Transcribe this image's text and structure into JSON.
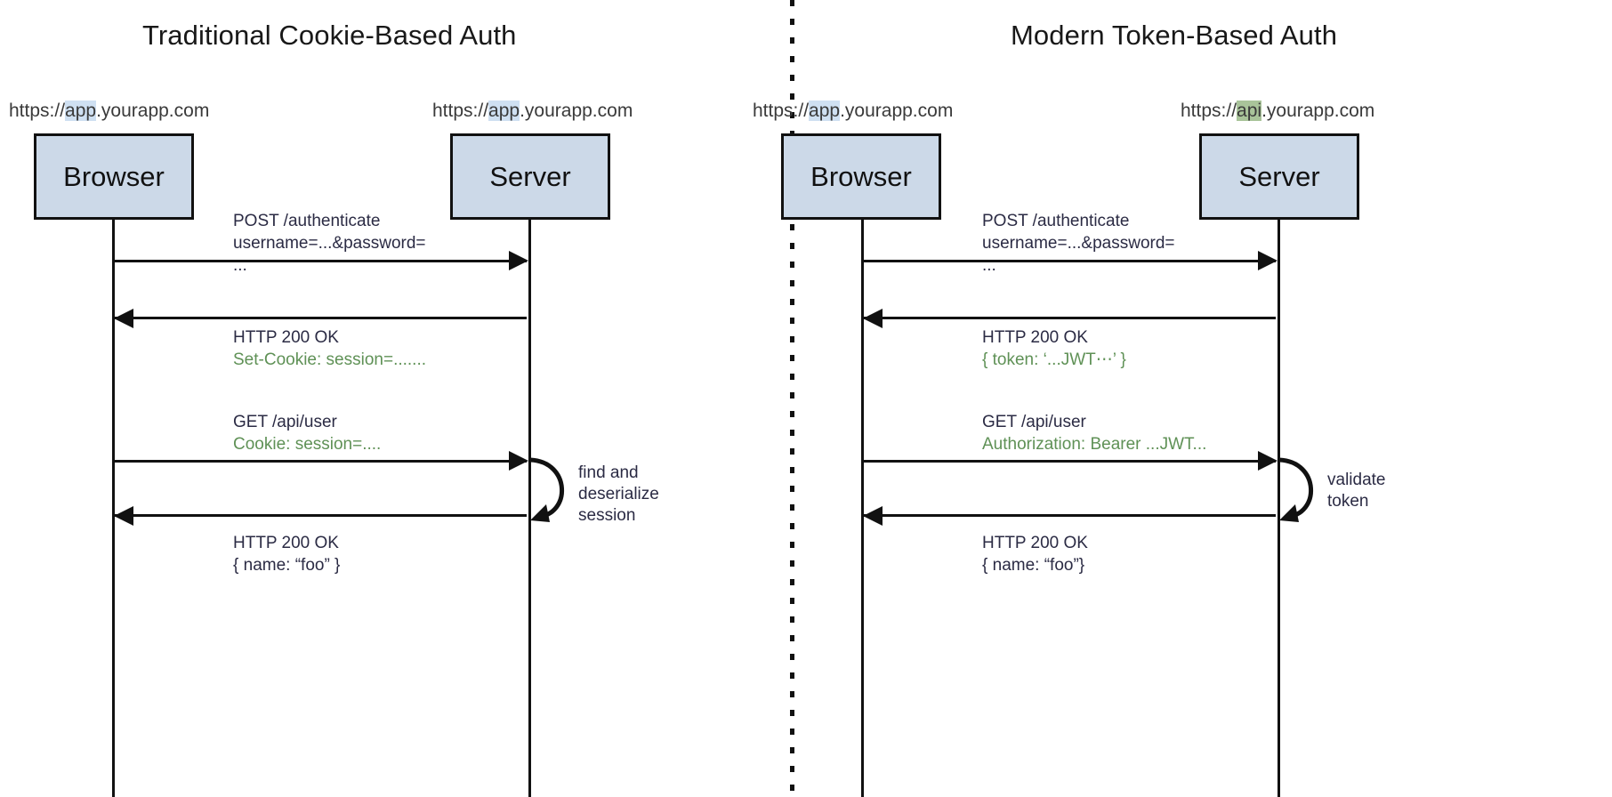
{
  "panels": [
    {
      "id": "cookie",
      "title": "Traditional Cookie-Based Auth",
      "actors": [
        {
          "name": "Browser",
          "url_prefix": "https://",
          "url_highlight": "app",
          "url_suffix": ".yourapp.com",
          "highlight_color": "#cfe0f2"
        },
        {
          "name": "Server",
          "url_prefix": "https://",
          "url_highlight": "app",
          "url_suffix": ".yourapp.com",
          "highlight_color": "#cfe0f2"
        }
      ],
      "messages": [
        {
          "direction": "right",
          "lines": [
            {
              "text": "POST /authenticate",
              "style": "dim"
            },
            {
              "text": "username=...&password=",
              "style": "dim"
            },
            {
              "text": "...",
              "style": "dim"
            }
          ]
        },
        {
          "direction": "left",
          "lines": [
            {
              "text": "HTTP 200 OK",
              "style": "dim"
            },
            {
              "text": "Set-Cookie: session=.......",
              "style": "green"
            }
          ]
        },
        {
          "direction": "right",
          "lines": [
            {
              "text": "GET /api/user",
              "style": "dim"
            },
            {
              "text": "Cookie: session=....",
              "style": "green"
            }
          ]
        },
        {
          "direction": "left",
          "lines": [
            {
              "text": "HTTP 200 OK",
              "style": "dim"
            },
            {
              "text": "{  name: “foo” }",
              "style": "dim"
            }
          ]
        }
      ],
      "self_loop": {
        "lines": [
          "find and",
          "deserialize",
          "session"
        ]
      }
    },
    {
      "id": "token",
      "title": "Modern Token-Based Auth",
      "actors": [
        {
          "name": "Browser",
          "url_prefix": "https://",
          "url_highlight": "app",
          "url_suffix": ".yourapp.com",
          "highlight_color": "#cfe0f2"
        },
        {
          "name": "Server",
          "url_prefix": "https://",
          "url_highlight": "api",
          "url_suffix": ".yourapp.com",
          "highlight_color": "#a9c49a"
        }
      ],
      "messages": [
        {
          "direction": "right",
          "lines": [
            {
              "text": "POST /authenticate",
              "style": "dim"
            },
            {
              "text": "username=...&password=",
              "style": "dim"
            },
            {
              "text": "...",
              "style": "dim"
            }
          ]
        },
        {
          "direction": "left",
          "lines": [
            {
              "text": "HTTP 200 OK",
              "style": "dim"
            },
            {
              "text": "{ token: ‘...JWT⋯’ }",
              "style": "green"
            }
          ]
        },
        {
          "direction": "right",
          "lines": [
            {
              "text": "GET /api/user",
              "style": "dim"
            },
            {
              "text": "Authorization: Bearer ...JWT...",
              "style": "green"
            }
          ]
        },
        {
          "direction": "left",
          "lines": [
            {
              "text": "HTTP 200 OK",
              "style": "dim"
            },
            {
              "text": "{ name: “foo”}",
              "style": "dim"
            }
          ]
        }
      ],
      "self_loop": {
        "lines": [
          "validate",
          "token"
        ]
      }
    }
  ],
  "divider": {
    "name": "vertical-dotted-divider"
  },
  "colors": {
    "actor_fill": "#ccd9e8",
    "actor_stroke": "#111111",
    "text_dark": "#2b2b44",
    "text_green": "#5f9156",
    "highlight_blue": "#cfe0f2",
    "highlight_green": "#a9c49a"
  }
}
